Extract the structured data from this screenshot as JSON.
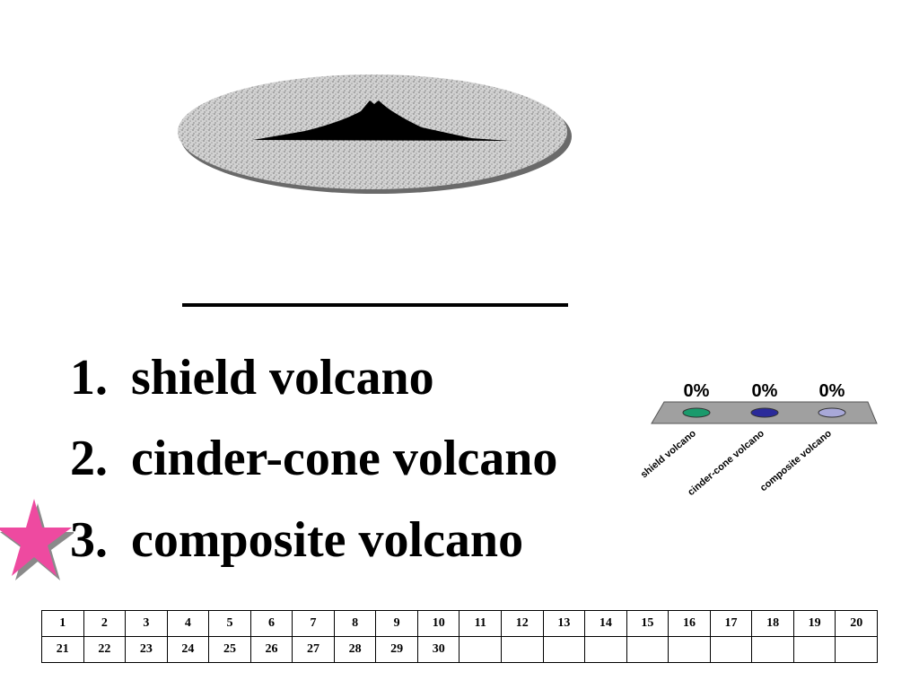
{
  "options": [
    {
      "number": "1.",
      "label": "shield volcano"
    },
    {
      "number": "2.",
      "label": "cinder-cone volcano"
    },
    {
      "number": "3.",
      "label": "composite volcano"
    }
  ],
  "marked_option": 3,
  "chart_data": {
    "type": "bar",
    "categories": [
      "shield volcano",
      "cinder-cone volcano",
      "composite volcano"
    ],
    "values": [
      0,
      0,
      0
    ],
    "value_labels": [
      "0%",
      "0%",
      "0%"
    ],
    "colors": [
      "#1a9a6c",
      "#2a2a9a",
      "#a8a8d8"
    ],
    "platform_color": "#a0a0a0"
  },
  "participant_grid": {
    "rows": [
      [
        "1",
        "2",
        "3",
        "4",
        "5",
        "6",
        "7",
        "8",
        "9",
        "10",
        "11",
        "12",
        "13",
        "14",
        "15",
        "16",
        "17",
        "18",
        "19",
        "20"
      ],
      [
        "21",
        "22",
        "23",
        "24",
        "25",
        "26",
        "27",
        "28",
        "29",
        "30",
        "",
        "",
        "",
        "",
        "",
        "",
        "",
        "",
        "",
        ""
      ]
    ]
  },
  "icons": {
    "volcano": "volcano-illustration",
    "marker": "pink-star-icon"
  },
  "colors": {
    "star": "#ee4aa0",
    "star_shadow": "#8a8a8a"
  }
}
